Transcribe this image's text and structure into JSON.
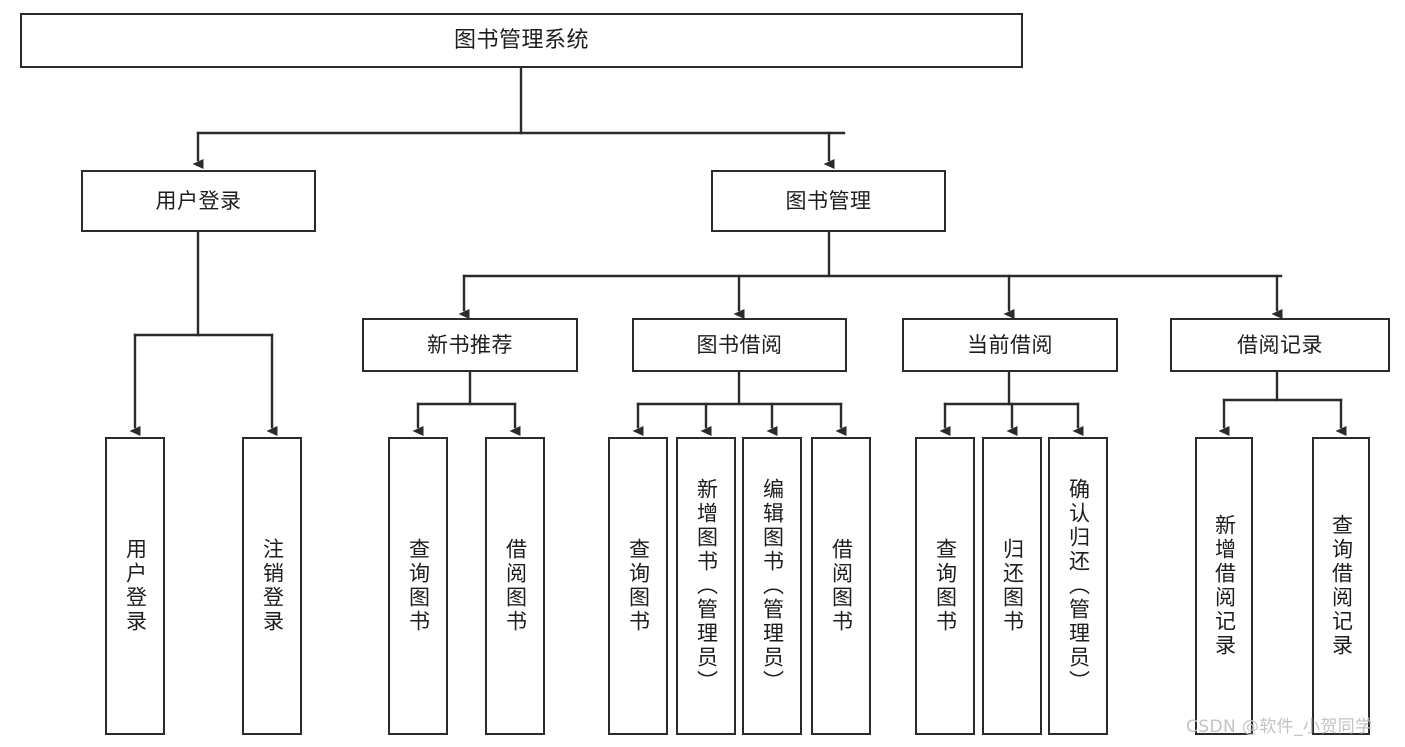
{
  "diagram": {
    "type": "tree-hierarchy",
    "title": "图书管理系统",
    "watermark": "CSDN @软件_小贺同学",
    "colors": {
      "box_border": "#2b2b2b",
      "box_fill": "#ffffff",
      "connector": "#2b2b2b",
      "text": "#1d1d1d",
      "watermark": "#c3c3c3",
      "background": "#ffffff"
    },
    "nodes": {
      "root": {
        "label": "图书管理系统"
      },
      "level1": [
        {
          "id": "user-login",
          "label": "用户登录"
        },
        {
          "id": "book-management",
          "label": "图书管理"
        }
      ],
      "level2": [
        {
          "id": "new-book-recommend",
          "label": "新书推荐"
        },
        {
          "id": "book-borrow",
          "label": "图书借阅"
        },
        {
          "id": "current-borrow",
          "label": "当前借阅"
        },
        {
          "id": "borrow-record",
          "label": "借阅记录"
        }
      ],
      "leaves_user_login": [
        {
          "id": "leaf-user-login",
          "label": "用户登录"
        },
        {
          "id": "leaf-logout-login",
          "label": "注销登录"
        }
      ],
      "leaves_new_book_recommend": [
        {
          "id": "leaf-query-book-1",
          "label": "查询图书"
        },
        {
          "id": "leaf-borrow-book-1",
          "label": "借阅图书"
        }
      ],
      "leaves_book_borrow": [
        {
          "id": "leaf-query-book-2",
          "label": "查询图书"
        },
        {
          "id": "leaf-add-book",
          "label": "新增图书（管理员）"
        },
        {
          "id": "leaf-edit-book",
          "label": "编辑图书（管理员）"
        },
        {
          "id": "leaf-borrow-book-2",
          "label": "借阅图书"
        }
      ],
      "leaves_current_borrow": [
        {
          "id": "leaf-query-book-3",
          "label": "查询图书"
        },
        {
          "id": "leaf-return-book",
          "label": "归还图书"
        },
        {
          "id": "leaf-confirm-return",
          "label": "确认归还（管理员）"
        }
      ],
      "leaves_borrow_record": [
        {
          "id": "leaf-add-borrow-record",
          "label": "新增借阅记录"
        },
        {
          "id": "leaf-query-borrow-record",
          "label": "查询借阅记录"
        }
      ]
    }
  }
}
